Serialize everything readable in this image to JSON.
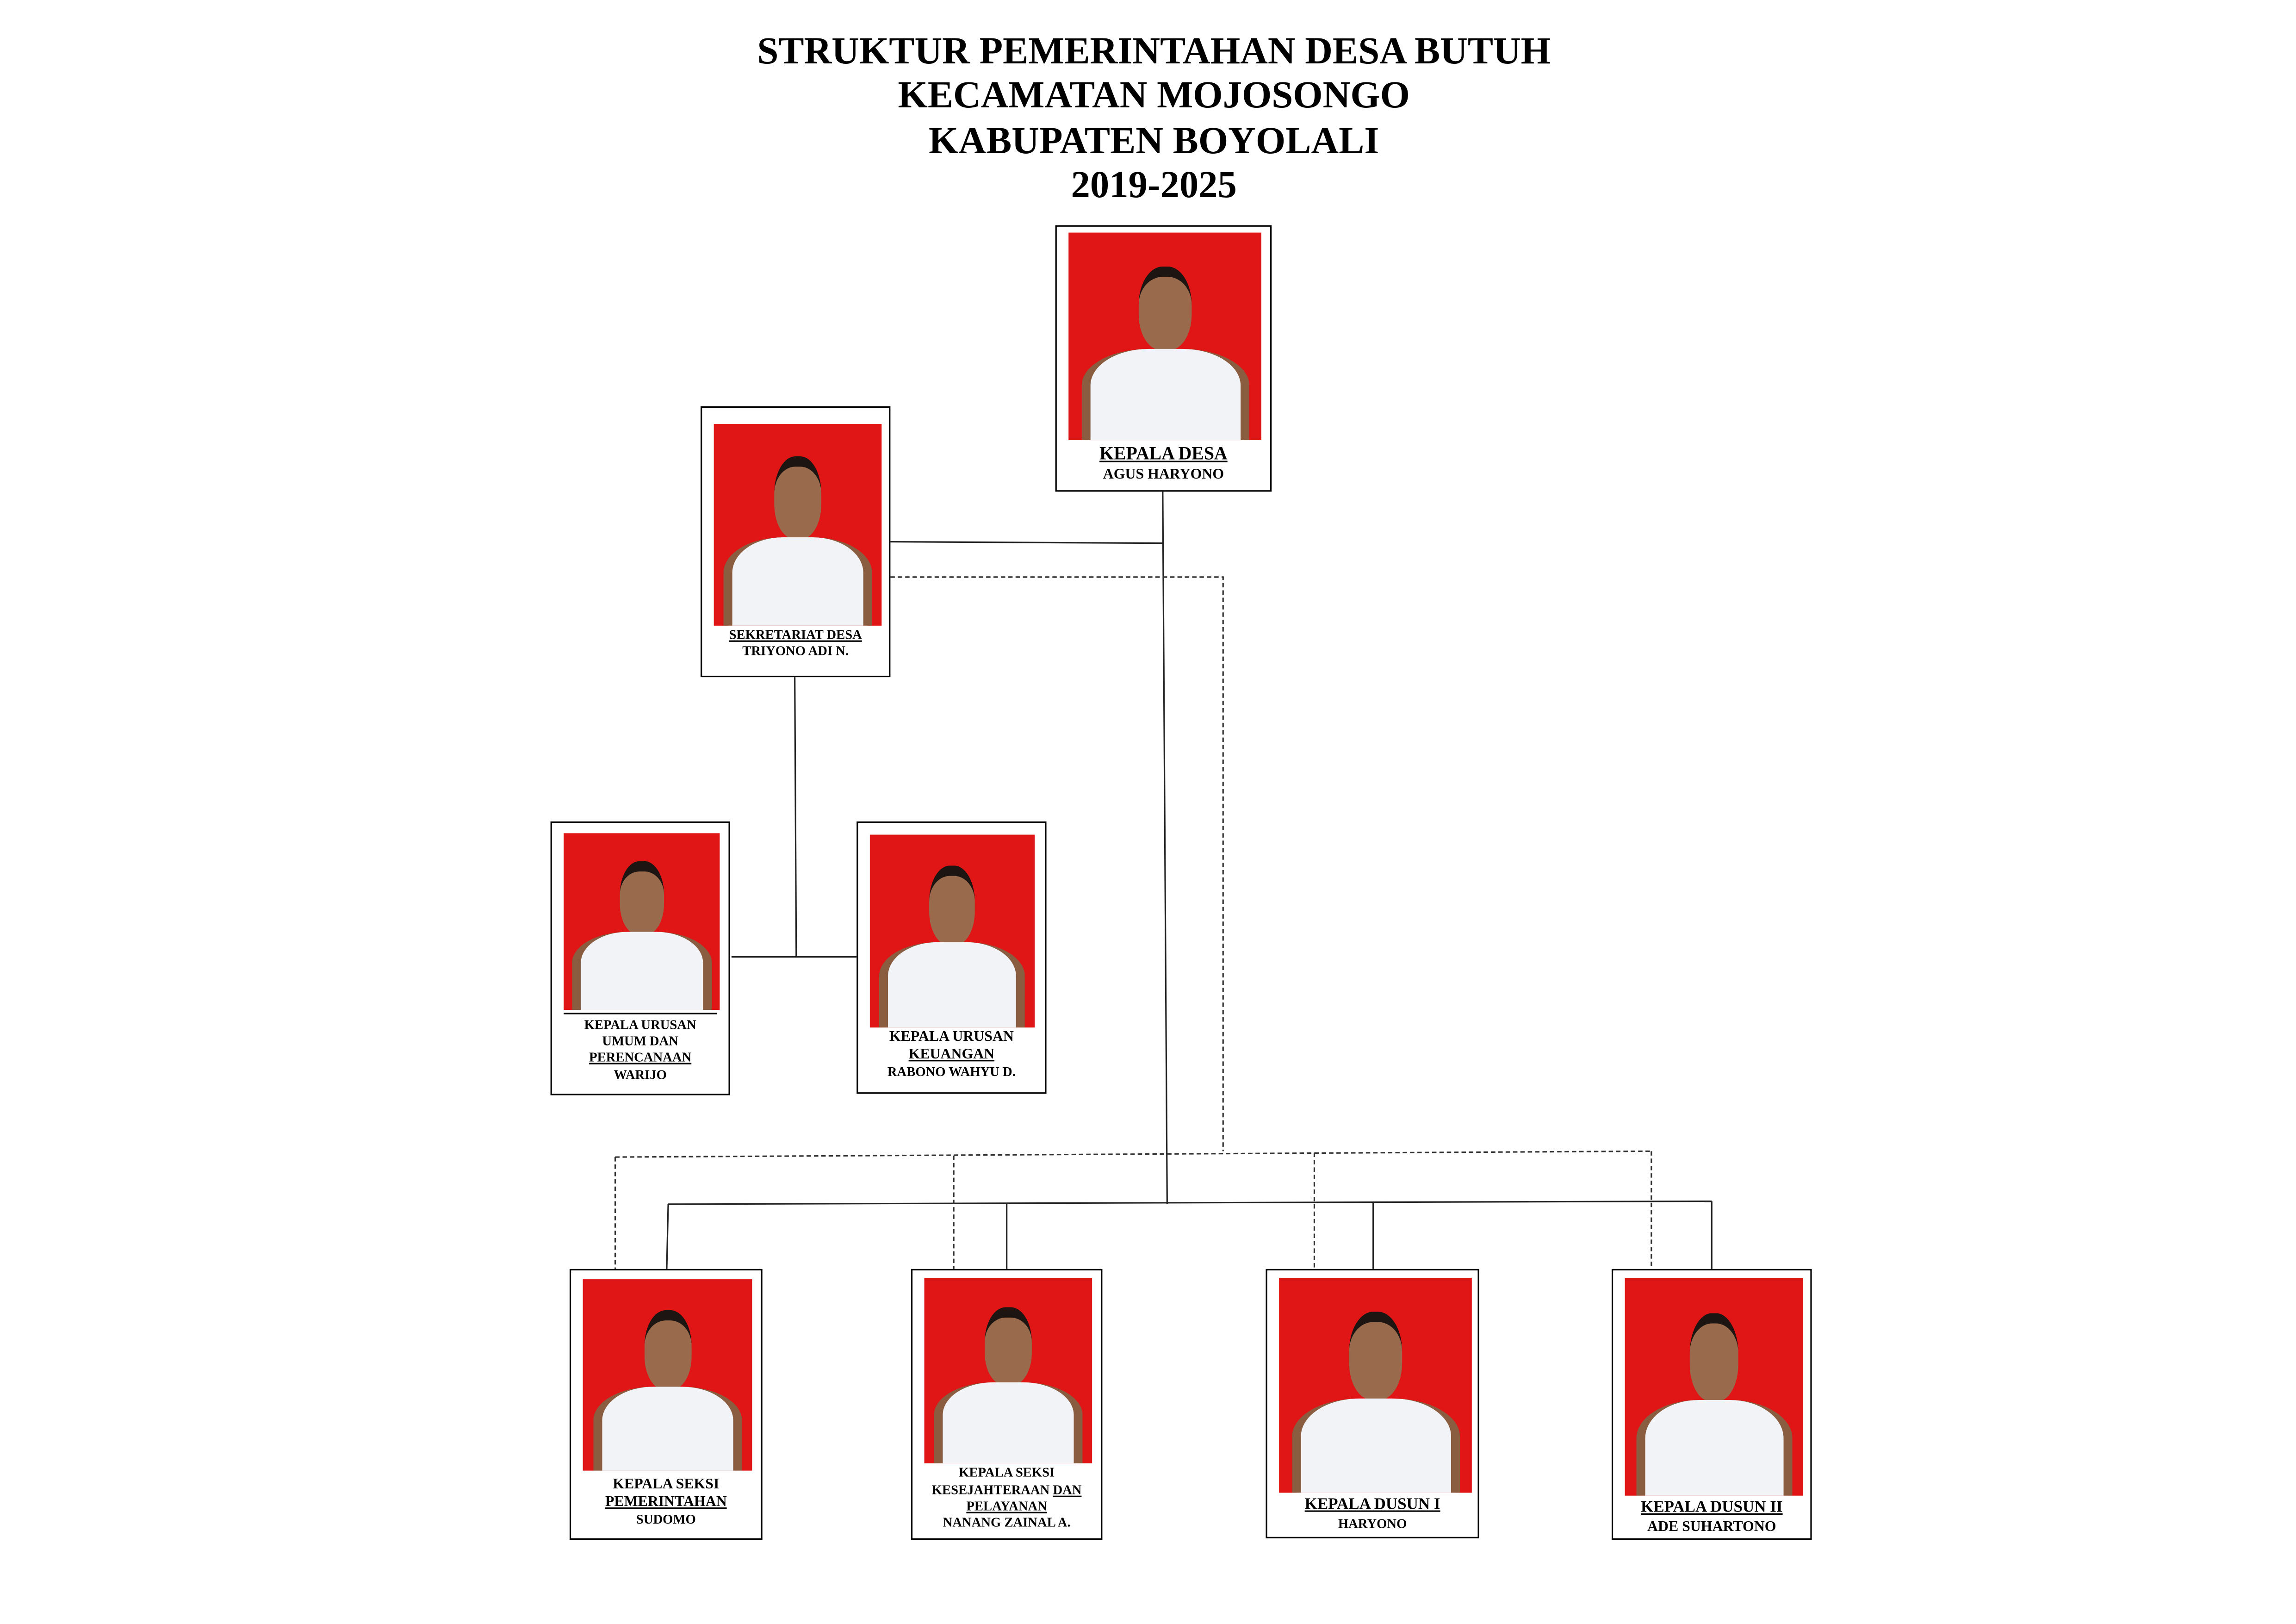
{
  "header": {
    "line1": "STRUKTUR PEMERINTAHAN DESA BUTUH",
    "line2": "KECAMATAN MOJOSONGO",
    "line3": "KABUPATEN BOYOLALI",
    "line4": "2019-2025"
  },
  "people": [
    {
      "role": [
        "KEPALA DESA"
      ],
      "name": "AGUS HARYONO"
    },
    {
      "role": [
        "SEKRETARIAT DESA"
      ],
      "name": "TRIYONO ADI N."
    },
    {
      "role": [
        "KEPALA URUSAN",
        "UMUM DAN",
        "PERENCANAAN"
      ],
      "name": "WARIJO"
    },
    {
      "role": [
        "KEPALA URUSAN",
        "KEUANGAN"
      ],
      "name": "RABONO WAHYU D."
    },
    {
      "role": [
        "KEPALA SEKSI",
        "PEMERINTAHAN"
      ],
      "name": "SUDOMO"
    },
    {
      "role": [
        "KEPALA SEKSI",
        "KESEJAHTERAAN ",
        "DAN",
        "PELAYANAN"
      ],
      "name": "NANANG ZAINAL A."
    },
    {
      "role": [
        "KEPALA DUSUN I"
      ],
      "name": "HARYONO"
    },
    {
      "role": [
        "KEPALA DUSUN II"
      ],
      "name": "ADE SUHARTONO"
    }
  ],
  "colors": {
    "photo_bg": "#e01515"
  }
}
